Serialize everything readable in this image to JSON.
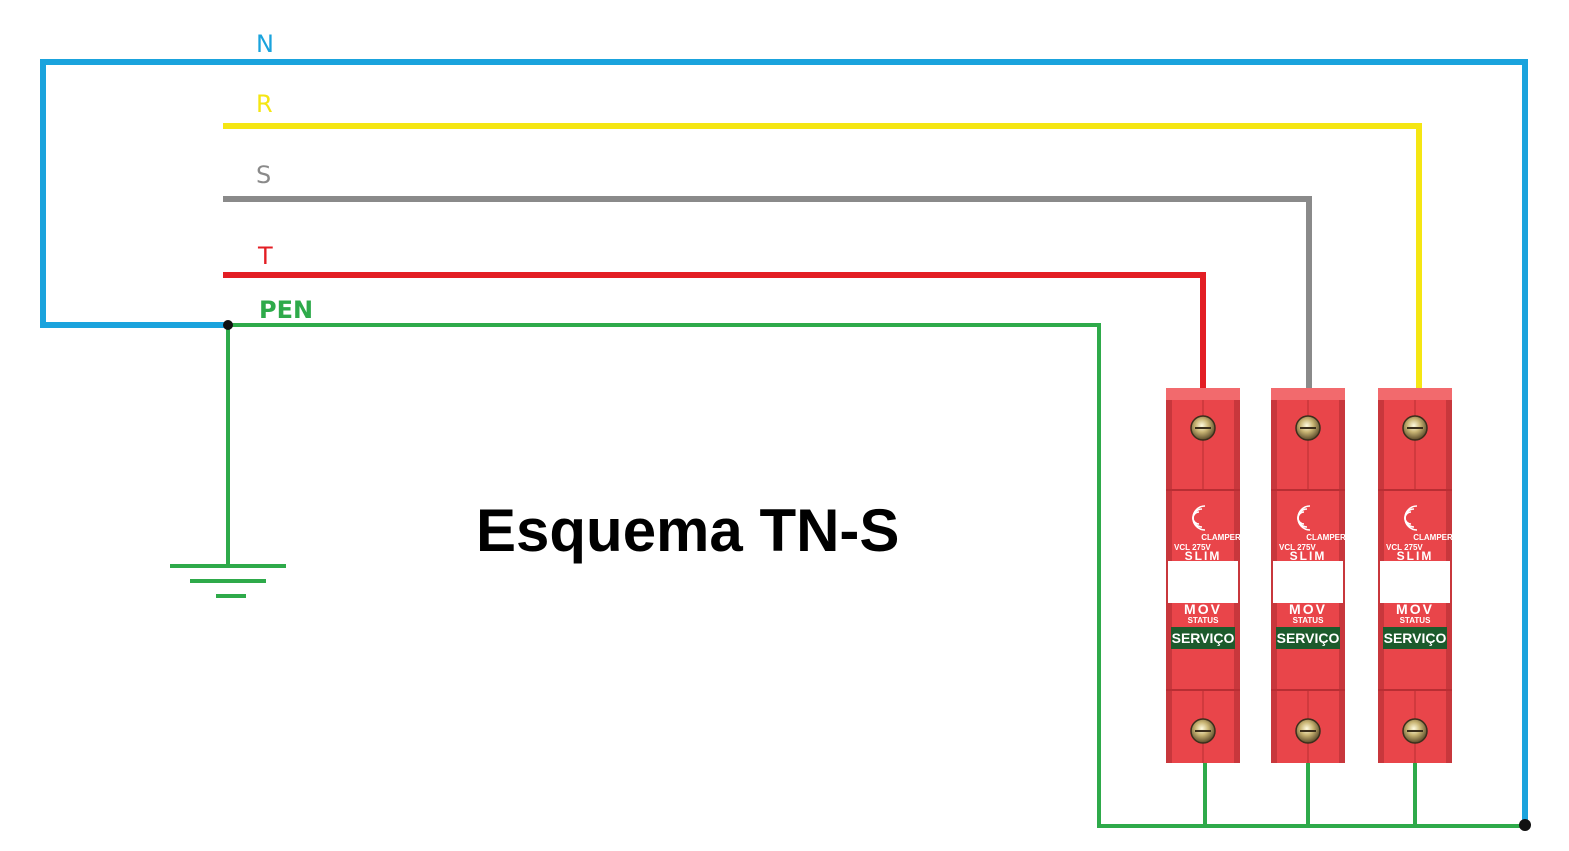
{
  "diagram": {
    "title": "Esquema TN-S",
    "conductors": {
      "n": {
        "label": "N",
        "color": "#1aa3dd"
      },
      "r": {
        "label": "R",
        "color": "#f5e613"
      },
      "s": {
        "label": "S",
        "color": "#8a8a8a"
      },
      "t": {
        "label": "T",
        "color": "#e31e24"
      },
      "pen": {
        "label": "PEN",
        "color": "#2eaa4a"
      }
    },
    "devices": [
      {
        "brand": "CLAMPER",
        "model": "VCL 275V",
        "line": "SLIM",
        "tech": "MOV",
        "status_label": "STATUS",
        "status": "SERVIÇO"
      },
      {
        "brand": "CLAMPER",
        "model": "VCL 275V",
        "line": "SLIM",
        "tech": "MOV",
        "status_label": "STATUS",
        "status": "SERVIÇO"
      },
      {
        "brand": "CLAMPER",
        "model": "VCL 275V",
        "line": "SLIM",
        "tech": "MOV",
        "status_label": "STATUS",
        "status": "SERVIÇO"
      }
    ],
    "colors": {
      "device_body": "#e9454a",
      "device_light": "#f26a6d",
      "status_window": "#1c5a2c",
      "status_text": "#d8f0a8"
    }
  }
}
